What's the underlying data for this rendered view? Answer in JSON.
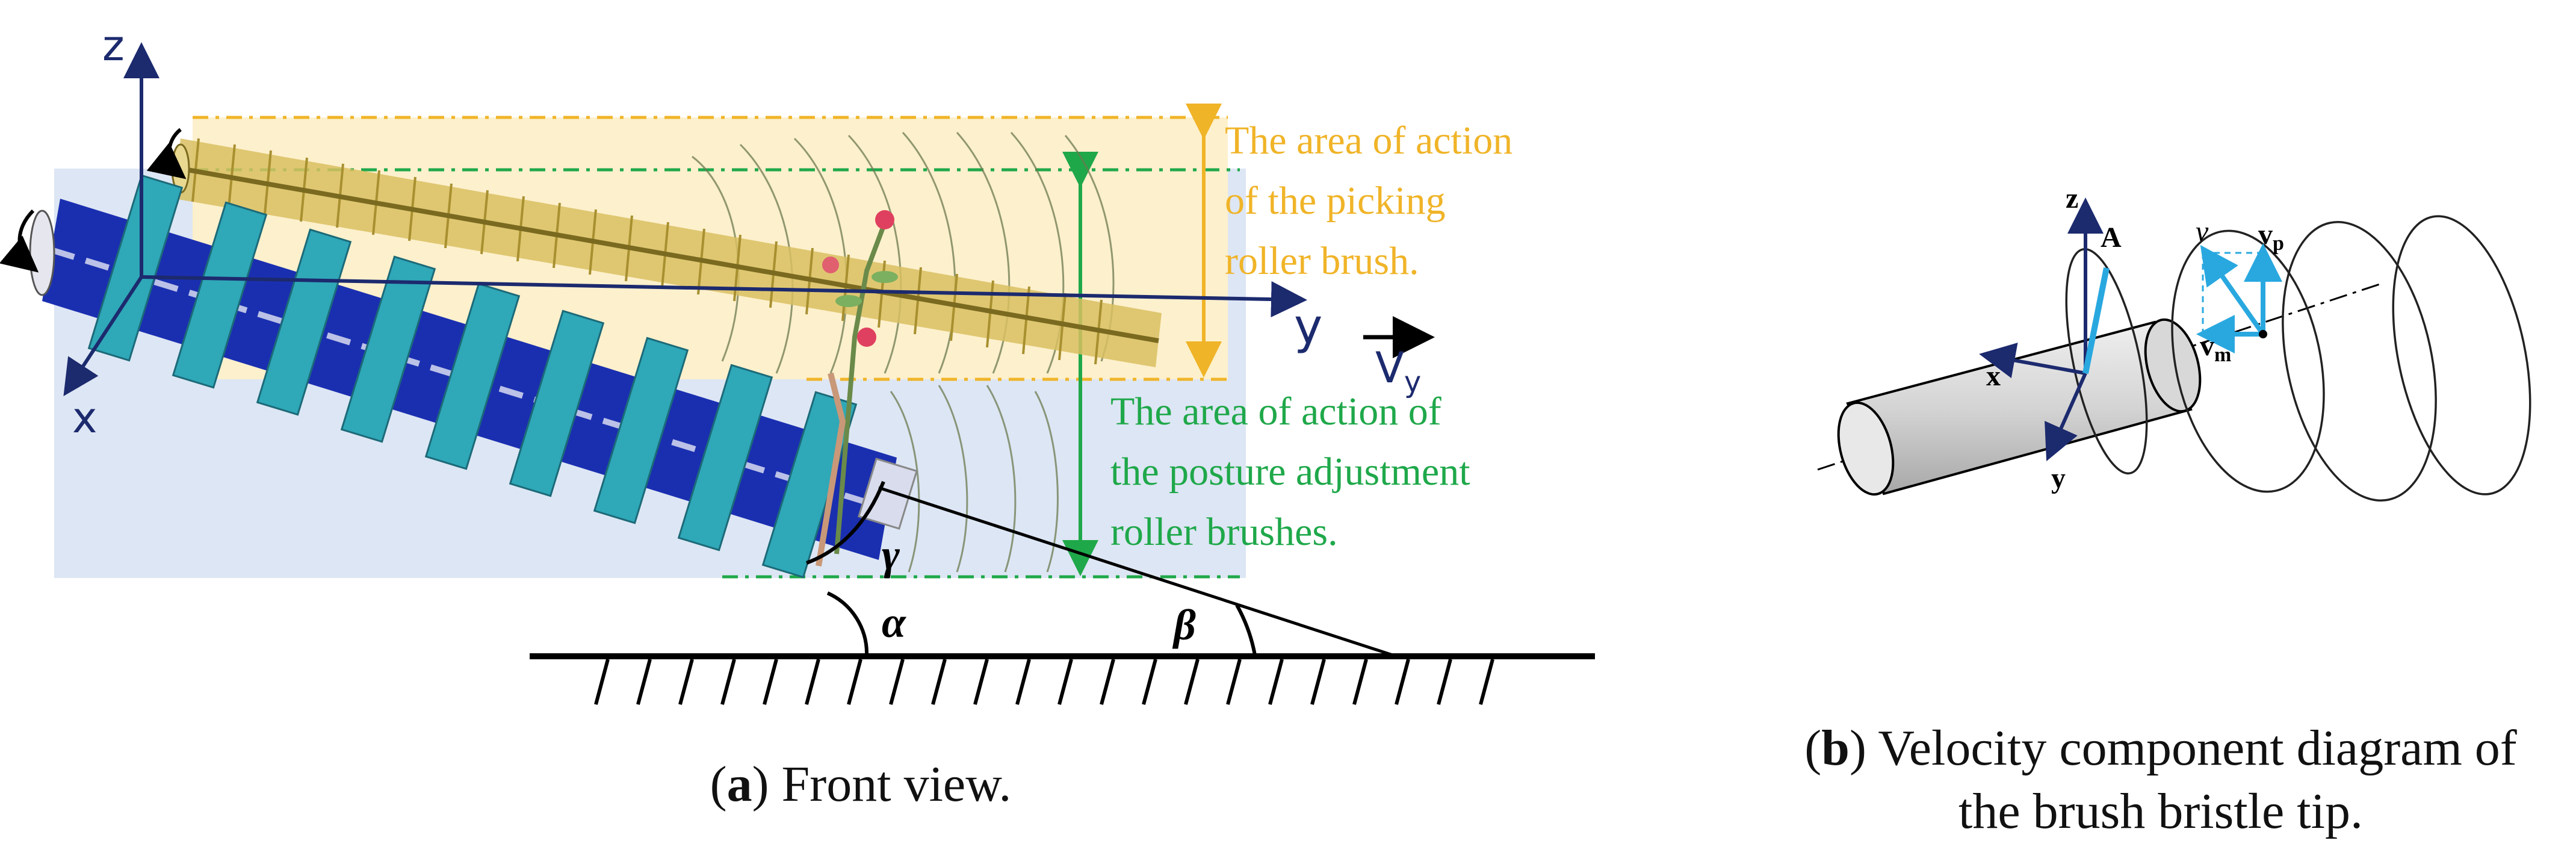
{
  "panel_a": {
    "axes": {
      "z": "z",
      "x": "x",
      "y": "y",
      "vy_main": "V",
      "vy_sub": "y"
    },
    "angles": {
      "alpha": "α",
      "beta": "β",
      "gamma": "γ"
    },
    "picking_label": [
      "The area of action",
      "of the picking",
      "roller brush."
    ],
    "posture_label": [
      "The area of action of",
      "the posture adjustment",
      "roller brushes."
    ],
    "caption": {
      "letter": "a",
      "text": " Front view."
    },
    "colors": {
      "picking_zone": "#fdf0cc",
      "picking_text": "#f0b428",
      "posture_zone": "#dde6f4",
      "posture_text": "#1fa84a",
      "roller_blue": "#1a2fb0",
      "roller_teal": "#2fa8b8",
      "axis_navy": "#1c2a6e"
    }
  },
  "panel_b": {
    "labels": {
      "z": "z",
      "x": "x",
      "y": "y",
      "A": "A",
      "v": "v",
      "vp_main": "v",
      "vp_sub": "p",
      "vm_main": "v",
      "vm_sub": "m"
    },
    "caption": {
      "letter": "b",
      "text_line1": " Velocity component diagram of",
      "text_line2": "the brush bristle tip."
    },
    "colors": {
      "vector_cyan": "#29a8e0",
      "axis_navy": "#1c2a6e",
      "cylinder": "#d0d0d0"
    }
  }
}
